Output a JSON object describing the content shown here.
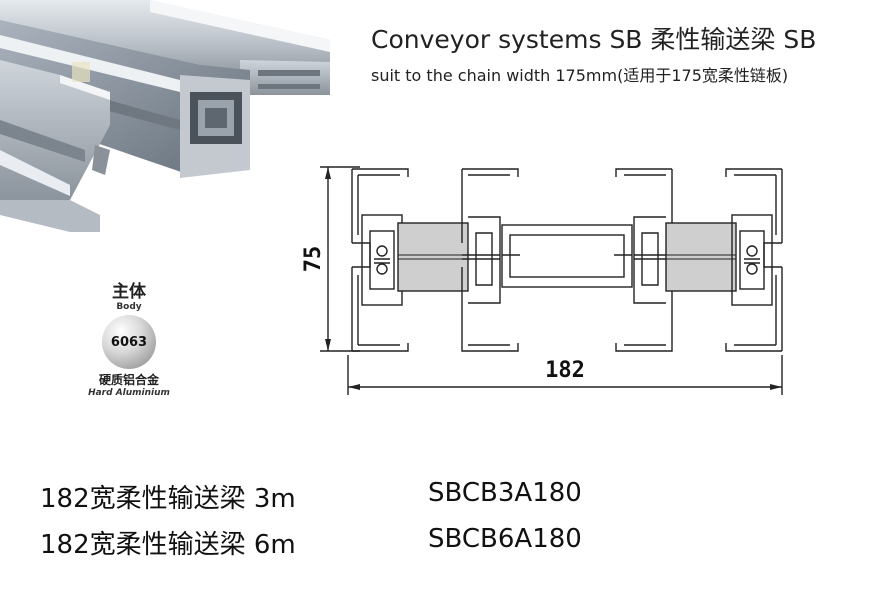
{
  "header": {
    "title": "Conveyor systems SB 柔性输送梁 SB",
    "subtitle": "suit to the chain width 175mm(适用于175宽柔性链板)"
  },
  "material": {
    "label_cn": "主体",
    "label_en": "Body",
    "grade": "6063",
    "desc_cn": "硬质铝合金",
    "desc_en": "Hard Aluminium"
  },
  "drawing": {
    "height_dim": "75",
    "width_dim": "182"
  },
  "products": [
    {
      "name": "182宽柔性输送梁 3m",
      "code": "SBCB3A180"
    },
    {
      "name": "182宽柔性输送梁 6m",
      "code": "SBCB6A180"
    }
  ]
}
